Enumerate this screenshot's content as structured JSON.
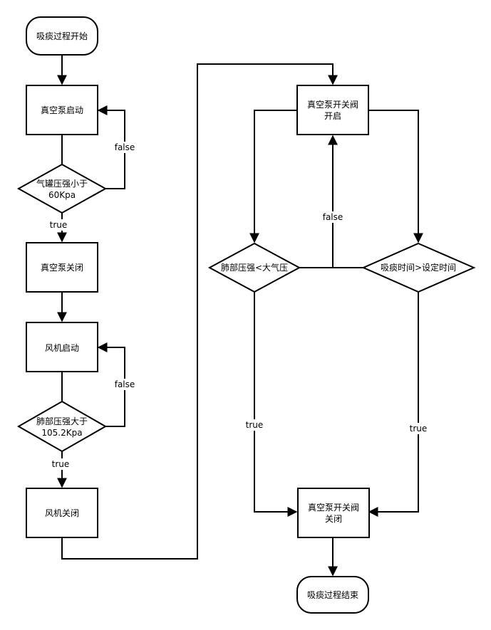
{
  "nodes": {
    "start": "吸痰过程开始",
    "pump_on": "真空泵启动",
    "tank_check_l1": "气罐压强小于",
    "tank_check_l2": "60Kpa",
    "pump_off": "真空泵关闭",
    "fan_on": "风机启动",
    "lung_check_l1": "肺部压强大于",
    "lung_check_l2": "105.2Kpa",
    "fan_off": "风机关闭",
    "valve_open_l1": "真空泵开关阀",
    "valve_open_l2": "开启",
    "lung_vs_atm": "肺部压强<大气压",
    "time_check": "吸痰时间>设定时间",
    "valve_close_l1": "真空泵开关阀",
    "valve_close_l2": "关闭",
    "end": "吸痰过程结束"
  },
  "edge_labels": {
    "tank_false": "false",
    "tank_true": "true",
    "lung_false": "false",
    "lung_true": "true",
    "loop_false": "false",
    "left_true": "true",
    "right_true": "true"
  },
  "colors": {
    "stroke": "#000000",
    "fill": "#ffffff"
  }
}
